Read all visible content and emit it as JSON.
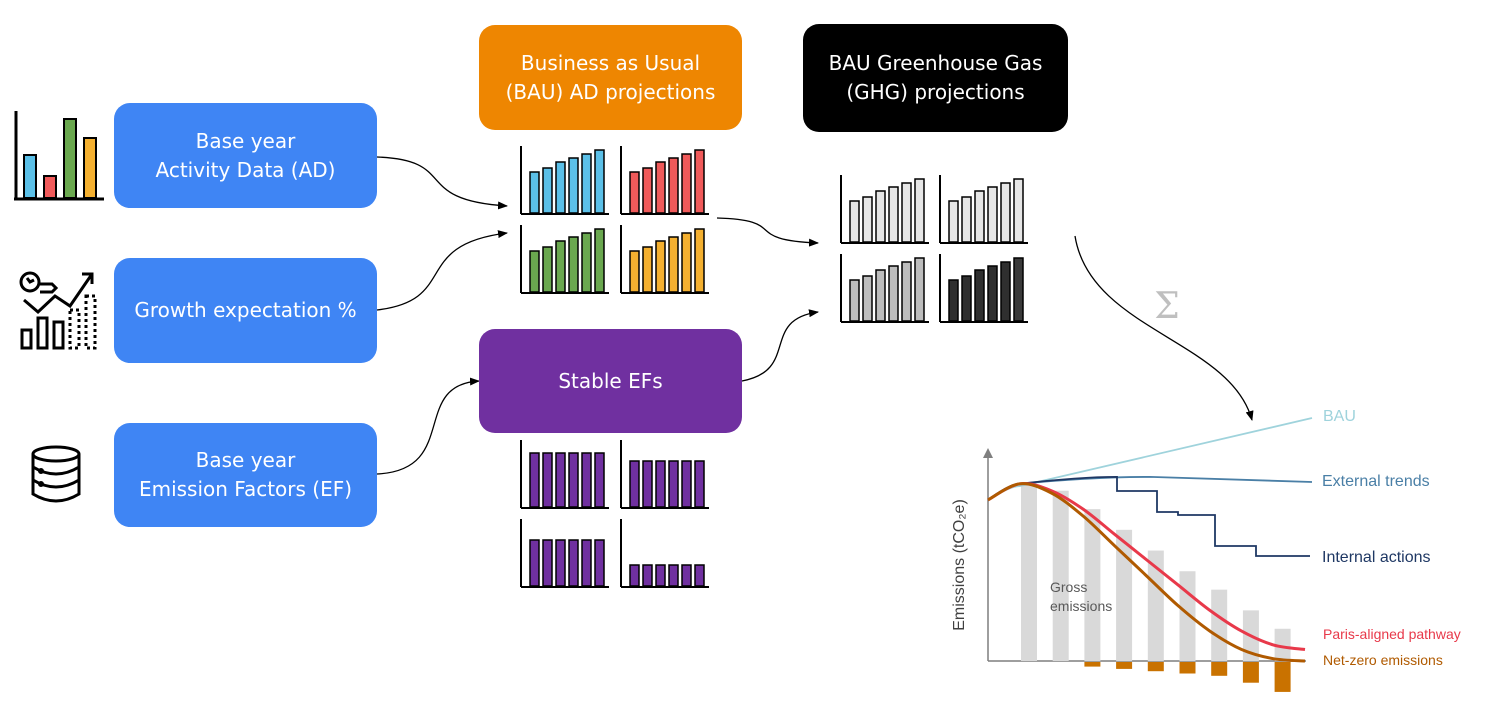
{
  "colors": {
    "blue_box": "#3f85f4",
    "orange_box": "#ee8601",
    "purple_box": "#7030a0",
    "black_box": "#000000",
    "bau_line": "#9fd3dc",
    "external_line": "#4a7fa6",
    "internal_line": "#1f3864",
    "paris_line": "#e8394a",
    "netzero_line": "#b05a00",
    "gross_bars": "#d9d9d9",
    "removal_bars": "#c97200",
    "sigma": "#bfbfbf"
  },
  "inputs": {
    "base_ad": "Base year\nActivity Data (AD)",
    "growth": "Growth expectation %",
    "base_ef": "Base year\nEmission Factors (EF)"
  },
  "process": {
    "bau_ad": "Business as Usual\n(BAU) AD projections",
    "stable_efs": "Stable EFs",
    "bau_ghg": "BAU Greenhouse Gas\n(GHG) projections"
  },
  "icons": {
    "base_ad": "bar-chart-icon",
    "growth": "growth-trend-icon",
    "base_ef": "database-icon"
  },
  "sum_symbol": "Σ",
  "chart_data": {
    "type": "line",
    "ylabel": "Emissions (tCO₂e)",
    "xlabel": "",
    "gross_label": "Gross\nemissions",
    "series": [
      {
        "name": "BAU",
        "values": [
          0.7,
          0.76,
          0.8,
          0.84,
          0.88,
          0.92,
          0.96,
          1.0,
          1.04,
          1.08,
          1.12
        ]
      },
      {
        "name": "External trends",
        "values": [
          0.7,
          0.77,
          0.79,
          0.8,
          0.8,
          0.8,
          0.8,
          0.8,
          0.8,
          0.8,
          0.8
        ]
      },
      {
        "name": "Internal actions",
        "values": [
          0.7,
          0.77,
          0.79,
          0.8,
          0.72,
          0.63,
          0.52,
          0.42,
          0.42,
          0.42,
          0.42
        ]
      },
      {
        "name": "Paris-aligned pathway",
        "values": [
          0.7,
          0.77,
          0.74,
          0.66,
          0.55,
          0.44,
          0.33,
          0.22,
          0.13,
          0.07,
          0.05
        ]
      },
      {
        "name": "Net-zero emissions",
        "values": [
          0.7,
          0.77,
          0.73,
          0.63,
          0.5,
          0.37,
          0.24,
          0.13,
          0.05,
          0.01,
          0.0
        ]
      }
    ],
    "gross_emissions": [
      0.77,
      0.74,
      0.66,
      0.57,
      0.48,
      0.39,
      0.31,
      0.22,
      0.14
    ],
    "removals": [
      0.0,
      0.0,
      0.02,
      0.03,
      0.04,
      0.05,
      0.06,
      0.09,
      0.13
    ],
    "ylim": [
      -0.15,
      0.92
    ]
  }
}
